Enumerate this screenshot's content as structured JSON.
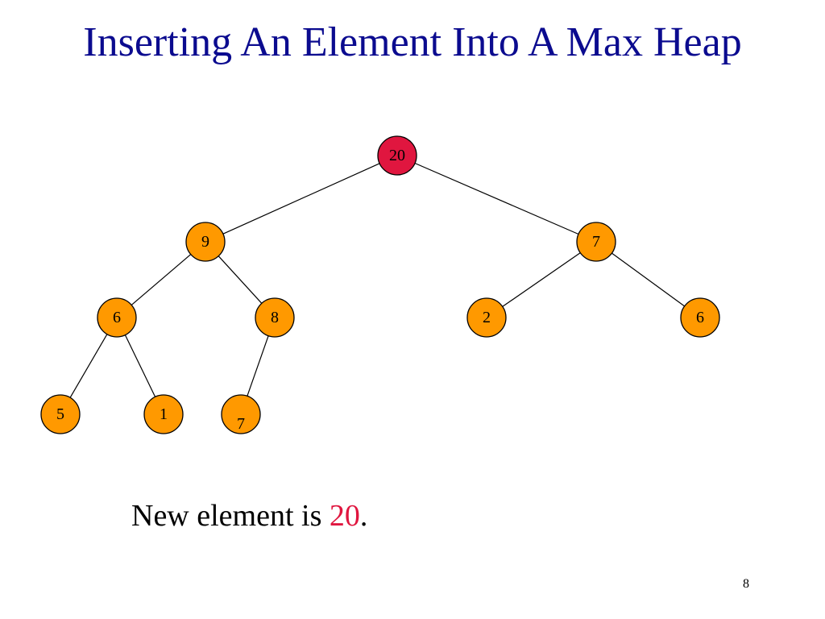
{
  "slide": {
    "title": "Inserting An Element Into A Max Heap",
    "caption_prefix": "New element is ",
    "caption_value": "20",
    "caption_suffix": ".",
    "page_number": "8"
  },
  "colors": {
    "title": "#0b0b8f",
    "node_fill": "#ff9900",
    "new_node_fill": "#e0163f",
    "highlight_text": "#e0163f"
  },
  "heap": {
    "nodes": [
      {
        "id": "n1",
        "value": "20",
        "new": true
      },
      {
        "id": "n2",
        "value": "9"
      },
      {
        "id": "n3",
        "value": "7"
      },
      {
        "id": "n4",
        "value": "6"
      },
      {
        "id": "n5",
        "value": "8"
      },
      {
        "id": "n6",
        "value": "2"
      },
      {
        "id": "n7",
        "value": "6"
      },
      {
        "id": "n8",
        "value": "5"
      },
      {
        "id": "n9",
        "value": "1"
      },
      {
        "id": "n10",
        "value": "7"
      }
    ],
    "edges": [
      {
        "from": "n1",
        "to": "n2"
      },
      {
        "from": "n1",
        "to": "n3"
      },
      {
        "from": "n2",
        "to": "n4"
      },
      {
        "from": "n2",
        "to": "n5"
      },
      {
        "from": "n3",
        "to": "n6"
      },
      {
        "from": "n3",
        "to": "n7"
      },
      {
        "from": "n4",
        "to": "n8"
      },
      {
        "from": "n4",
        "to": "n9"
      },
      {
        "from": "n5",
        "to": "n10"
      }
    ]
  }
}
